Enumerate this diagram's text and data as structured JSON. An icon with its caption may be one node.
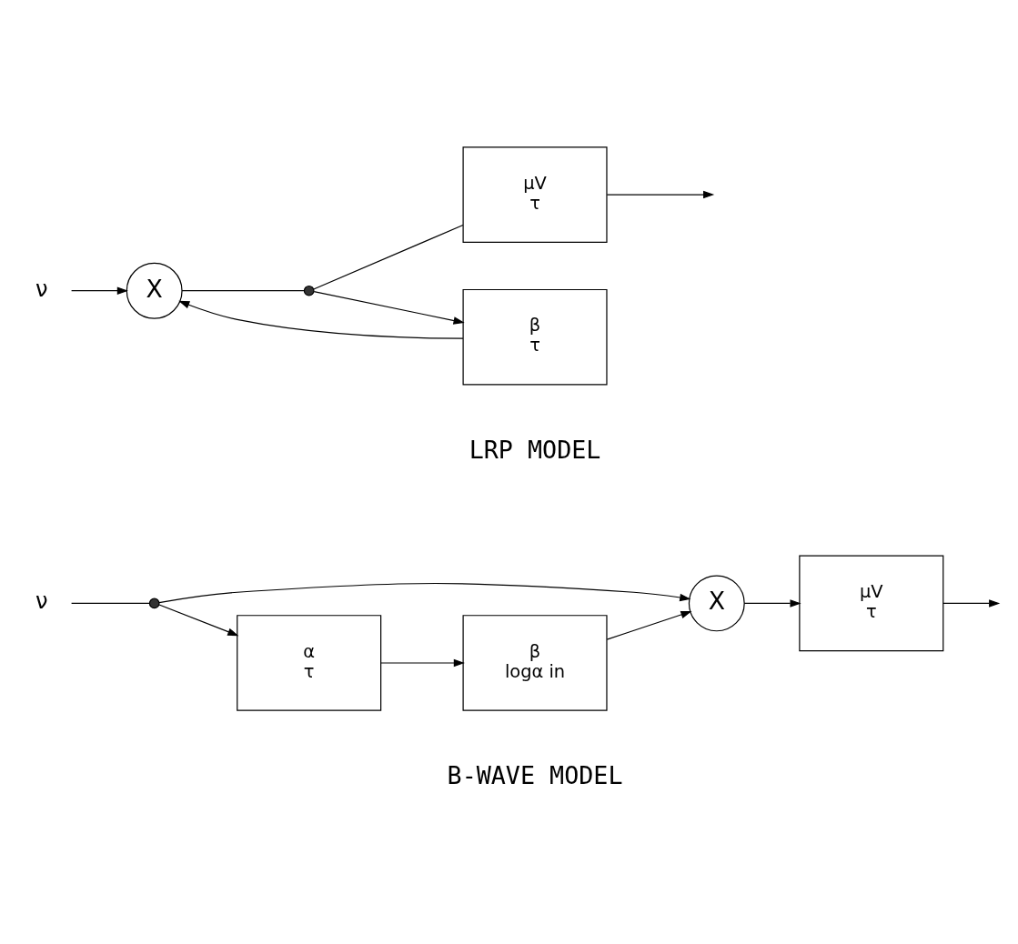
{
  "diagram": {
    "nodes": [
      {
        "text": [
          "ν"
        ]
      },
      {
        "text": [],
        "shape": "circle"
      },
      {
        "text": [
          "X"
        ]
      },
      {
        "text": [
          "μV",
          "τ"
        ]
      },
      {
        "text": [
          "α",
          "τ"
        ]
      },
      {
        "text": [
          "β",
          "logα in"
        ]
      },
      {
        "text": [
          "ν"
        ]
      },
      {
        "text": [
          "X"
        ]
      },
      {
        "text": [],
        "shape": "circle"
      },
      {
        "text": [
          "μV",
          "τ"
        ]
      },
      {
        "text": [
          "β",
          "τ"
        ]
      }
    ],
    "edges": [
      {
        "from": 0,
        "to": 1,
        "arrow": "none"
      },
      {
        "from": 1,
        "to": 2,
        "arrow": "to"
      },
      {
        "from": 2,
        "to": 3,
        "arrow": "to"
      },
      {
        "from": 3,
        "to": null,
        "arrow": "to"
      },
      {
        "from": 1,
        "to": 4,
        "arrow": "to"
      },
      {
        "from": 4,
        "to": 5,
        "arrow": "to"
      },
      {
        "from": 5,
        "to": 2,
        "arrow": "to"
      },
      {
        "from": 6,
        "to": 7,
        "arrow": "to"
      },
      {
        "from": 7,
        "to": 8,
        "arrow": "none"
      },
      {
        "from": 8,
        "to": 9,
        "arrow": "none"
      },
      {
        "from": 9,
        "to": null,
        "arrow": "to"
      },
      {
        "from": 8,
        "to": 10,
        "arrow": "to"
      },
      {
        "from": 10,
        "to": 7,
        "arrow": "to"
      }
    ],
    "labels": [
      "B-WAVE MODEL",
      "LRP MODEL"
    ]
  }
}
